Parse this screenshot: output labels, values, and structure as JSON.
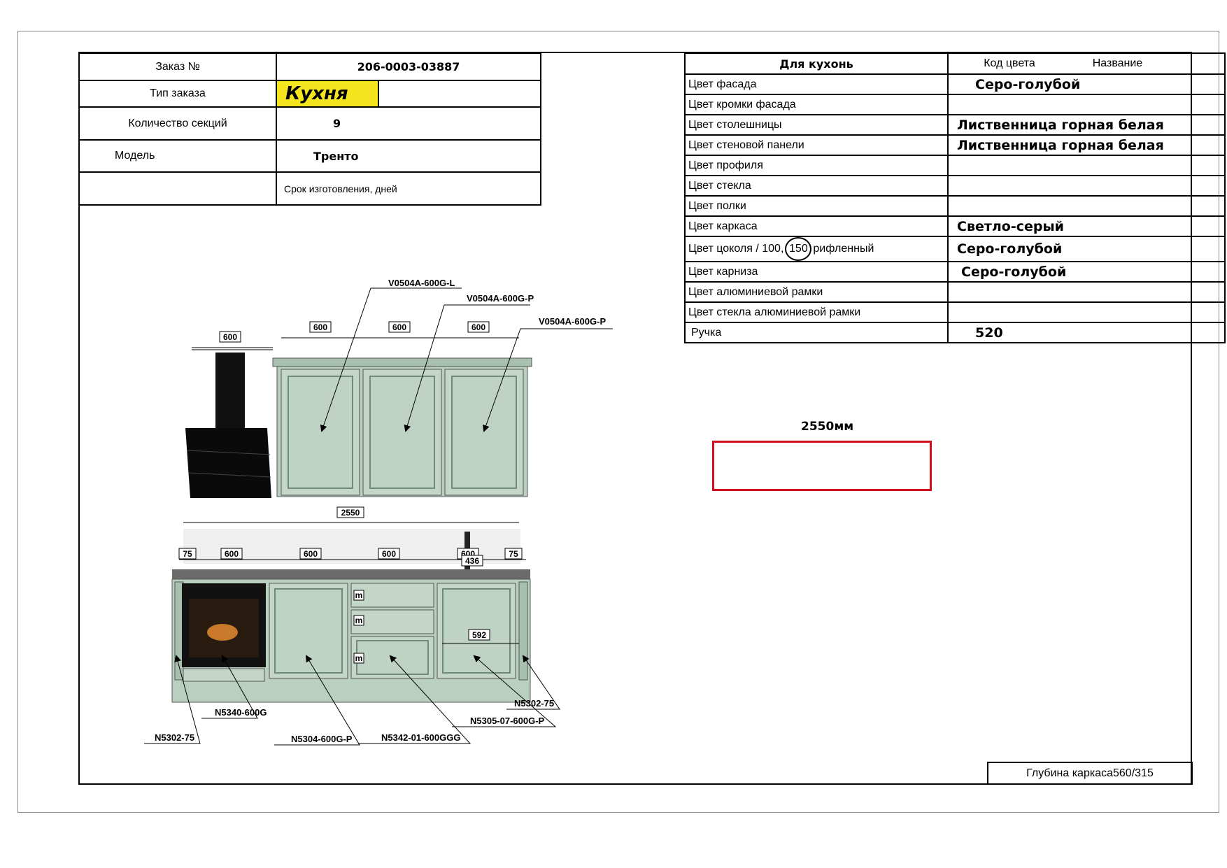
{
  "order": {
    "order_label": "Заказ №",
    "order_number": "206-0003-03887",
    "type_label": "Тип заказа",
    "type_value": "Кухня",
    "sections_label": "Количество секций",
    "sections_value": "9",
    "model_label": "Модель",
    "model_value": "Тренто",
    "term_label": "Срок изготовления, дней"
  },
  "colors": {
    "header_main": "Для кухонь",
    "header_code": "Код цвета",
    "header_name": "Название",
    "rows": [
      {
        "label": "Цвет фасада",
        "value": "Серо-голубой"
      },
      {
        "label": "Цвет кромки фасада",
        "value": ""
      },
      {
        "label": "Цвет столешницы",
        "value": "Лиственница горная белая"
      },
      {
        "label": "Цвет стеновой панели",
        "value": "Лиственница горная белая"
      },
      {
        "label": "Цвет профиля",
        "value": ""
      },
      {
        "label": "Цвет стекла",
        "value": ""
      },
      {
        "label": "Цвет полки",
        "value": ""
      },
      {
        "label": "Цвет каркаса",
        "value": "Светло-серый"
      },
      {
        "label": "Цвет цоколя / 100,",
        "circled": "150",
        "label_tail": "рифленный",
        "value": "Серо-голубой"
      },
      {
        "label": "Цвет карниза",
        "value": "Серо-голубой"
      },
      {
        "label": "Цвет алюминиевой рамки",
        "value": ""
      },
      {
        "label": "Цвет стекла алюминиевой рамки",
        "value": ""
      },
      {
        "label": "Ручка",
        "value": "520"
      }
    ]
  },
  "footer": {
    "depth_label": "Глубина каркаса",
    "depth_value": "560/315"
  },
  "layout_dim": "2550мм",
  "drawing": {
    "top_codes": [
      "V0504A-600G-L",
      "V0504A-600G-P",
      "V0504A-600G-P"
    ],
    "hood_width": "600",
    "upper_widths": [
      "600",
      "600",
      "600"
    ],
    "total_width": "2550",
    "lower_widths": [
      "75",
      "600",
      "600",
      "600",
      "600",
      "75"
    ],
    "sink_width": "436",
    "inner_width": "592",
    "drawer_marks": [
      "m",
      "m",
      "m"
    ],
    "bottom_codes": [
      "N5302-75",
      "N5340-600G",
      "N5304-600G-P",
      "N5342-01-600GGG",
      "N5305-07-600G-P",
      "N5302-75"
    ]
  },
  "colors_palette": {
    "facade": "#b9cfc0",
    "facade_dark": "#6f8a7a",
    "frame_red": "#d0111b",
    "highlight": "#f5e51e"
  }
}
